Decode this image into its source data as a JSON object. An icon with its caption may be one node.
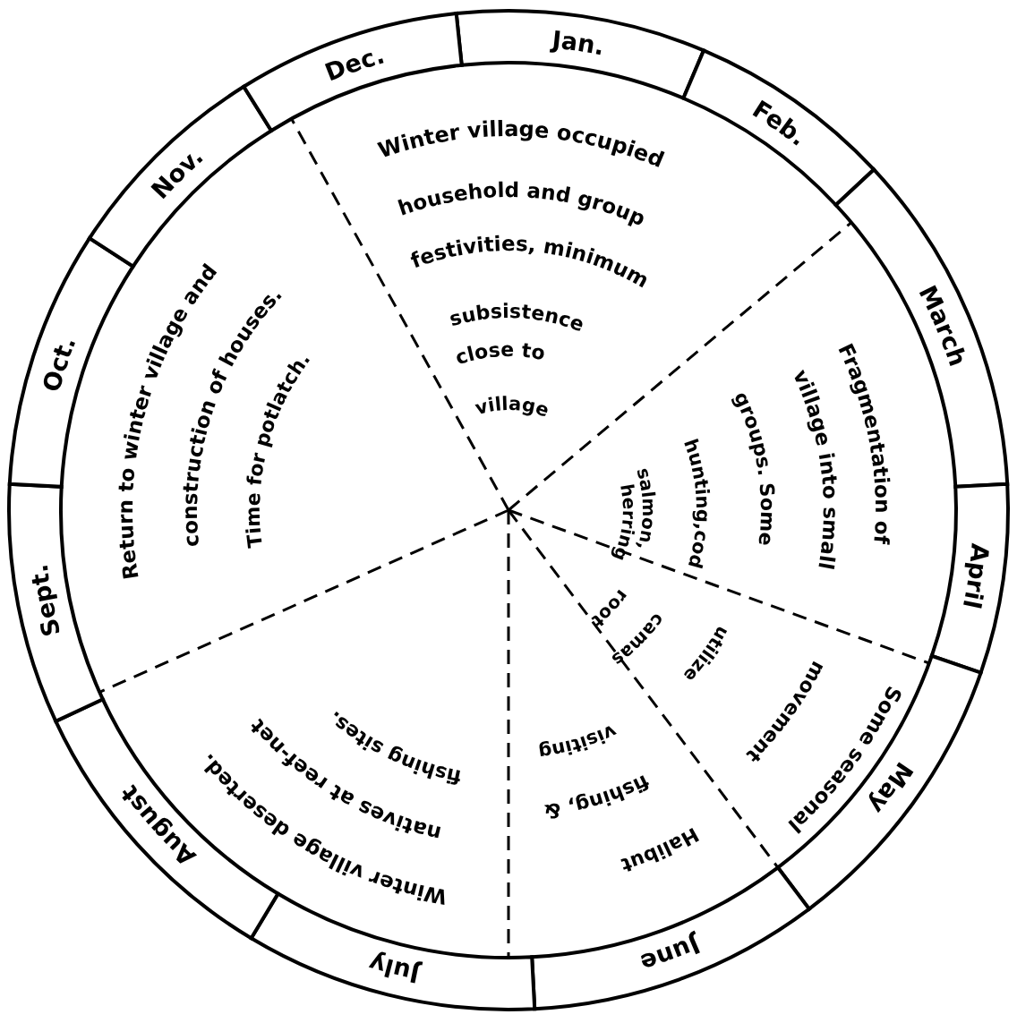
{
  "diagram": {
    "nodes": [
      {
        "text": [
          "Jan."
        ]
      },
      {
        "text": [
          "Feb."
        ]
      },
      {
        "text": [
          "March"
        ]
      },
      {
        "text": [
          "April"
        ]
      },
      {
        "text": [
          "May"
        ]
      },
      {
        "text": [
          "June"
        ]
      },
      {
        "text": [
          "July"
        ]
      },
      {
        "text": [
          "August"
        ]
      },
      {
        "text": [
          "Sept."
        ]
      },
      {
        "text": [
          "Oct."
        ]
      },
      {
        "text": [
          "Nov."
        ]
      },
      {
        "text": [
          "Dec."
        ]
      }
    ],
    "labels": [
      "Winter village occupied",
      "household and group",
      "festivities, minimum",
      "subsistence",
      "close to",
      "village",
      "Fragmentation of",
      "village into small",
      "groups. Some",
      "hunting,cod",
      "salmon,",
      "herring",
      "Some seasonal",
      "movement",
      "utilize",
      "camas",
      "root",
      "Halibut",
      "fishing, &",
      "visiting",
      "Winter village deserted.",
      "natives at reef-net",
      "fishing sites.",
      "Return to winter village and",
      "construction of houses.",
      "Time for potlatch."
    ]
  }
}
